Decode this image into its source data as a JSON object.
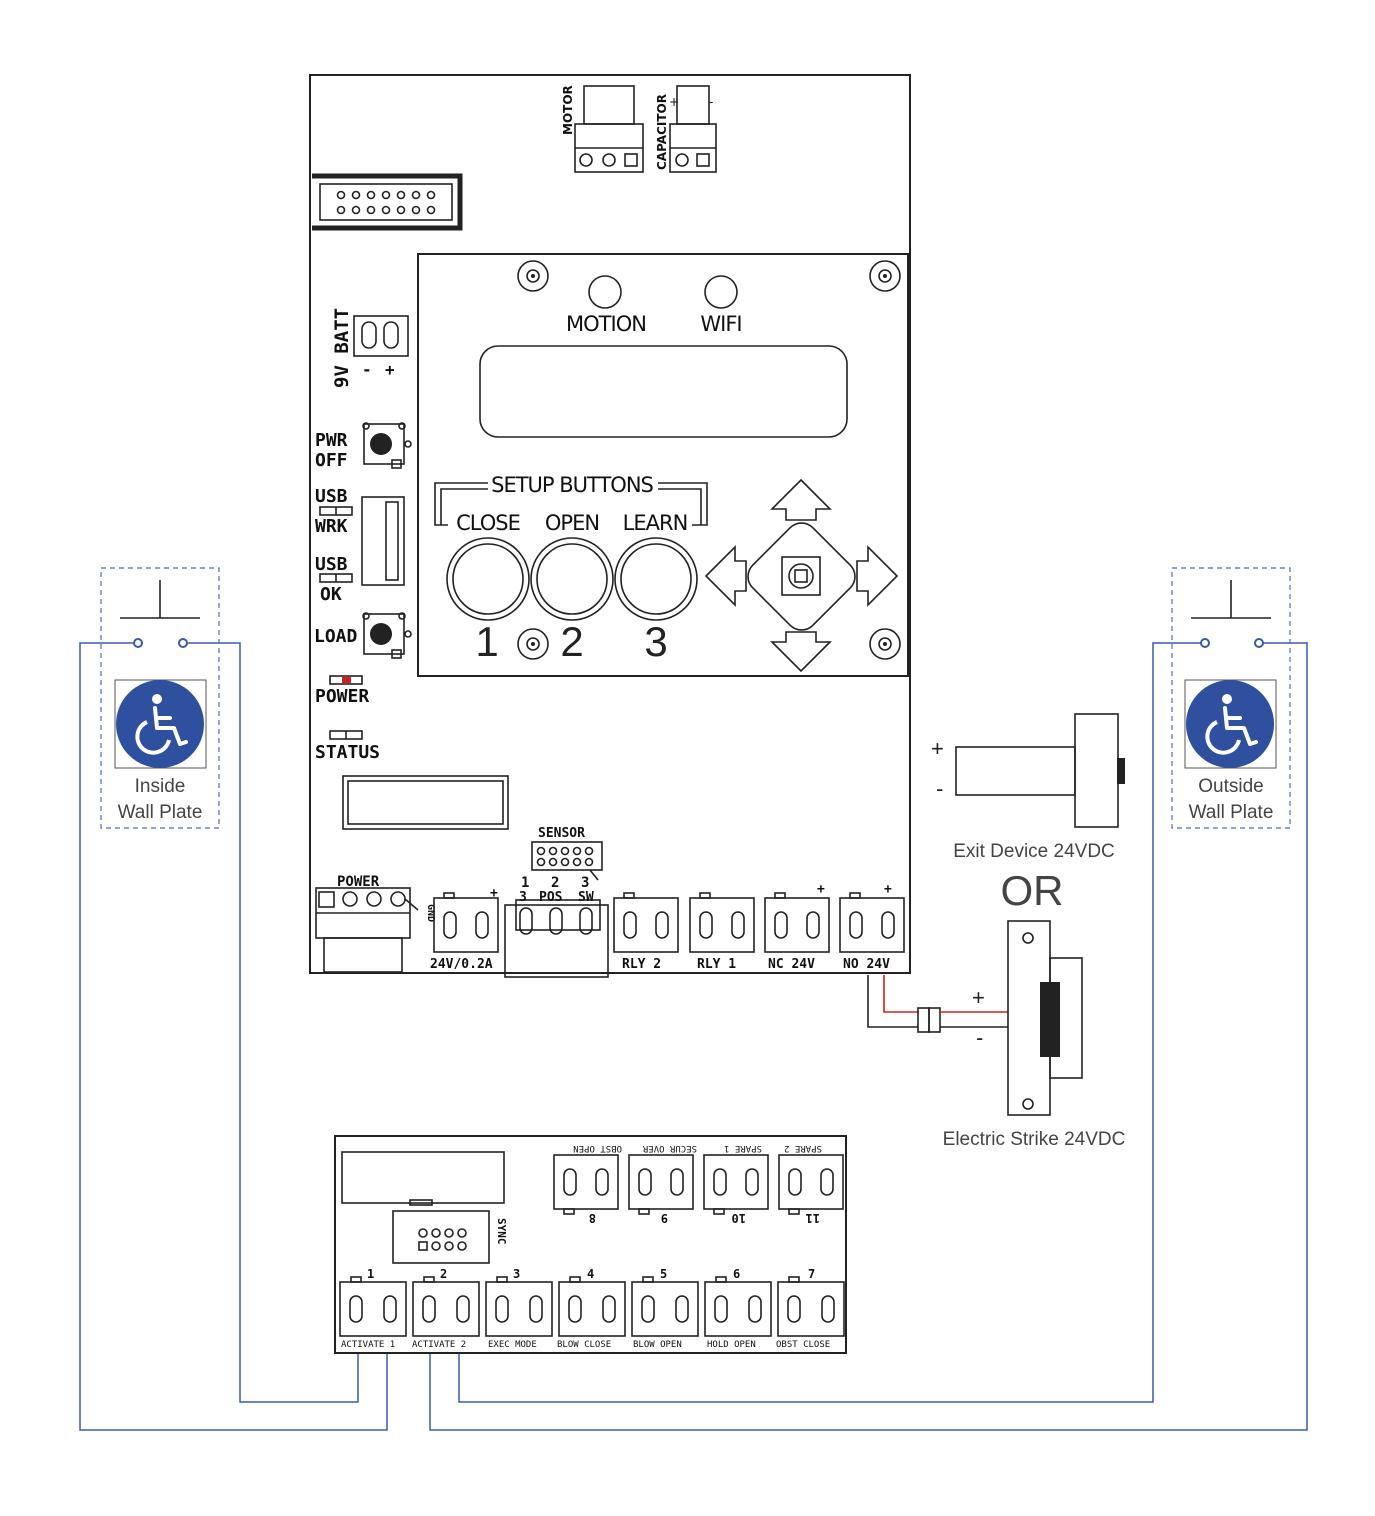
{
  "colors": {
    "wire": "#3a5aa8",
    "red_wire": "#d22020",
    "accessibility_badge": "#2f4f9f",
    "power_led": "#d22020"
  },
  "icons": [
    "wheelchair-icon",
    "joystick-icon",
    "arrow-icon"
  ],
  "main_board": {
    "motor": "MOTOR",
    "capacitor": "CAPACITOR",
    "cap_plus": "+",
    "cap_minus": "-",
    "batt": "9V BATT",
    "batt_minus": "-",
    "batt_plus": "+",
    "pwr": "PWR",
    "off": "OFF",
    "usb1": "USB",
    "wrk": "WRK",
    "usb2": "USB",
    "ok": "OK",
    "load": "LOAD",
    "power_led": "POWER",
    "status_led": "STATUS",
    "sensor": "SENSOR",
    "power_conn": "POWER",
    "gnd": "GND",
    "term_24v": "24V/0.2A",
    "term_24v_plus": "+",
    "pos_top_1": "1",
    "pos_top_2": "2",
    "pos_top_3": "3",
    "pos_3": "3",
    "pos_label": "POS",
    "sw_label": "SW",
    "rly2": "RLY 2",
    "rly1": "RLY 1",
    "nc24v": "NC 24V",
    "nc_plus": "+",
    "no24v": "NO 24V",
    "no_plus": "+"
  },
  "display": {
    "motion": "MOTION",
    "wifi": "WIFI",
    "setup_buttons": "SETUP BUTTONS",
    "close": "CLOSE",
    "open": "OPEN",
    "learn": "LEARN",
    "num1": "1",
    "num2": "2",
    "num3": "3"
  },
  "expansion": {
    "obst_open": "OBST OPEN",
    "secur_over": "SECUR OVER",
    "spare1": "SPARE 1",
    "spare2": "SPARE 2",
    "n8": "8",
    "n9": "9",
    "n10": "10",
    "n11": "11",
    "sync": "SYNC",
    "n1": "1",
    "n2": "2",
    "n3": "3",
    "n4": "4",
    "n5": "5",
    "n6": "6",
    "n7": "7",
    "activate1": "ACTIVATE 1",
    "activate2": "ACTIVATE 2",
    "exec_mode": "EXEC MODE",
    "blow_close": "BLOW CLOSE",
    "blow_open": "BLOW OPEN",
    "hold_open": "HOLD OPEN",
    "obst_close": "OBST CLOSE"
  },
  "inside_plate": {
    "line1": "Inside",
    "line2": "Wall Plate"
  },
  "outside_plate": {
    "line1": "Outside",
    "line2": "Wall Plate"
  },
  "exit_device": {
    "label": "Exit Device 24VDC",
    "plus": "+",
    "minus": "-"
  },
  "or_label": "OR",
  "electric_strike": {
    "label": "Electric Strike 24VDC",
    "plus": "+",
    "minus": "-"
  }
}
